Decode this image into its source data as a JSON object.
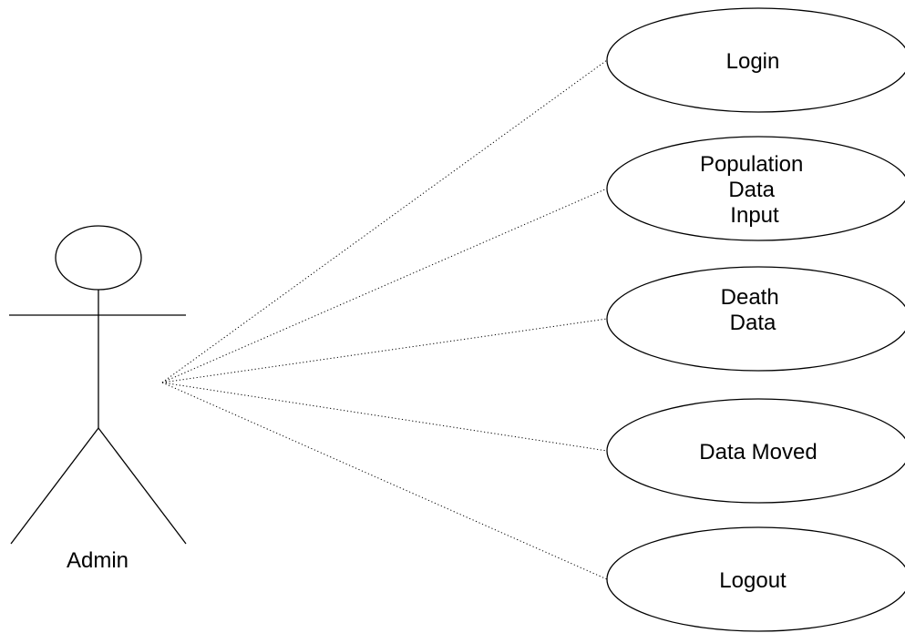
{
  "actor": {
    "name": "Admin"
  },
  "use_cases": [
    {
      "id": "login",
      "lines": [
        "Login"
      ]
    },
    {
      "id": "population-data-input",
      "lines": [
        "Population",
        "Data",
        "Input"
      ]
    },
    {
      "id": "death-data",
      "lines": [
        "Death",
        "Data"
      ]
    },
    {
      "id": "data-moved",
      "lines": [
        "Data Moved"
      ]
    },
    {
      "id": "logout",
      "lines": [
        "Logout"
      ]
    }
  ]
}
